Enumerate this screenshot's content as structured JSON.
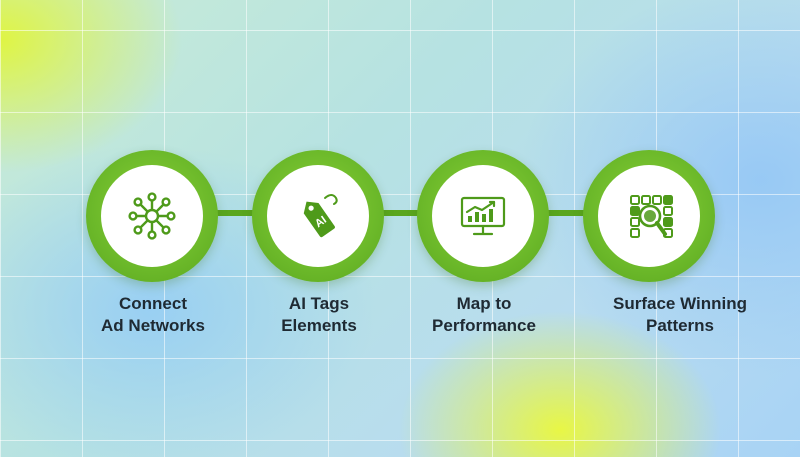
{
  "steps": [
    {
      "line1": "Connect",
      "line2": "Ad Networks",
      "icon": "network-hub-icon"
    },
    {
      "line1": "AI Tags",
      "line2": "Elements",
      "icon": "ai-tag-icon",
      "tag_text": "AI"
    },
    {
      "line1": "Map to",
      "line2": "Performance",
      "icon": "monitor-chart-icon"
    },
    {
      "line1": "Surface Winning",
      "line2": "Patterns",
      "icon": "magnify-grid-icon"
    }
  ],
  "colors": {
    "ring": "#6cb92a",
    "icon": "#4e9a1a",
    "connector": "#5aa61e",
    "text": "#1f2a33"
  }
}
